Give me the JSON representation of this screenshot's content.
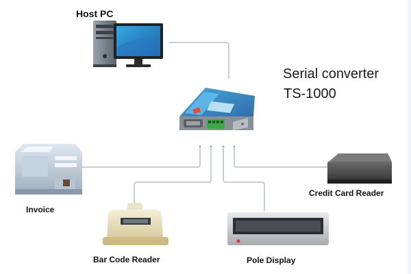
{
  "diagram": {
    "host": {
      "label": "Host PC"
    },
    "converter": {
      "name": "Serial converter",
      "model": "TS-1000"
    },
    "devices": {
      "invoice": "Invoice",
      "barcode": "Bar Code Reader",
      "pole": "Pole Display",
      "card": "Credit Card Reader"
    }
  }
}
